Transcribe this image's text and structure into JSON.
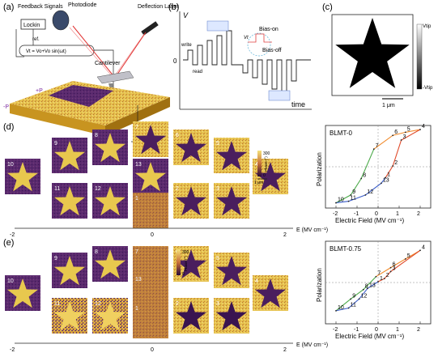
{
  "panels": {
    "a": {
      "label": "(a)",
      "feedback_signals": "Feedback\nSignals",
      "lockin": "Lockin",
      "ref": "ref.",
      "photodiode": "Photodiode",
      "deflection_laser": "Deflection\nLaser",
      "cantilever": "Cantilever",
      "vt_equation": "Vt = Vo+Vo sin(ωt)",
      "plus_p": "+P",
      "minus_p": "-P"
    },
    "b": {
      "label": "(b)",
      "v_axis": "V",
      "zero": "0",
      "time_axis": "time",
      "write": "write",
      "read": "read",
      "bias_on": "Bias-on",
      "bias_off": "Bias-off",
      "vt_small": "Vt"
    },
    "c": {
      "label": "(c)",
      "vtip_top": "Vtip",
      "vtip_bottom": "-Vtip",
      "scale": "1 μm"
    },
    "d": {
      "label": "(d)",
      "axis_ticks": [
        "-2",
        "0",
        "2"
      ],
      "axis_label": "E (MV cm⁻¹)",
      "colorbar_max": "300",
      "colorbar_min": "0",
      "colorbar_label": "Phase (°)",
      "scale": "1 μm",
      "tiles": [
        "10",
        "9",
        "8",
        "7",
        "6",
        "5",
        "4",
        "11",
        "12",
        "13",
        "2",
        "3",
        "1"
      ]
    },
    "e": {
      "label": "(e)",
      "axis_ticks": [
        "-2",
        "0",
        "2"
      ],
      "axis_label": "E (MV cm⁻¹)",
      "colorbar_max": "300",
      "colorbar_min": "0",
      "colorbar_label": "Phase (°)",
      "tiles": [
        "10",
        "9",
        "8",
        "7",
        "6",
        "5",
        "4",
        "11",
        "12",
        "13",
        "2",
        "3",
        "1"
      ]
    }
  },
  "chart_data": [
    {
      "type": "line",
      "title": "BLMT-0",
      "xlabel": "Electric Field (MV cm⁻¹)",
      "ylabel": "Polarization",
      "xlim": [
        -2.5,
        2.5
      ],
      "xticks": [
        "-2",
        "-1",
        "0",
        "1",
        "2"
      ],
      "points": [
        {
          "label": "10",
          "x": -2.0,
          "y": -0.92
        },
        {
          "label": "9",
          "x": -1.3,
          "y": -0.72
        },
        {
          "label": "8",
          "x": -0.8,
          "y": -0.3
        },
        {
          "label": "7",
          "x": -0.2,
          "y": 0.45
        },
        {
          "label": "6",
          "x": 0.7,
          "y": 0.8
        },
        {
          "label": "5",
          "x": 1.3,
          "y": 0.88
        },
        {
          "label": "4",
          "x": 2.0,
          "y": 0.95
        },
        {
          "label": "3",
          "x": 1.1,
          "y": 0.68
        },
        {
          "label": "2",
          "x": 0.7,
          "y": 0.02
        },
        {
          "label": "1",
          "x": 0.35,
          "y": -0.28
        },
        {
          "label": "13",
          "x": 0.15,
          "y": -0.42
        },
        {
          "label": "12",
          "x": -0.6,
          "y": -0.72
        },
        {
          "label": "11",
          "x": -1.4,
          "y": -0.88
        }
      ]
    },
    {
      "type": "line",
      "title": "BLMT-0.75",
      "xlabel": "Electric Field (MV cm⁻¹)",
      "ylabel": "Polarization",
      "xlim": [
        -2.5,
        2.5
      ],
      "xticks": [
        "-2",
        "-1",
        "0",
        "1",
        "2"
      ],
      "points": [
        {
          "label": "10",
          "x": -2.0,
          "y": -0.72
        },
        {
          "label": "9",
          "x": -1.3,
          "y": -0.42
        },
        {
          "label": "8",
          "x": -0.7,
          "y": -0.18
        },
        {
          "label": "7",
          "x": -0.1,
          "y": 0.15
        },
        {
          "label": "6",
          "x": 0.6,
          "y": 0.38
        },
        {
          "label": "5",
          "x": 1.3,
          "y": 0.6
        },
        {
          "label": "4",
          "x": 2.0,
          "y": 0.82
        },
        {
          "label": "3",
          "x": 0.6,
          "y": 0.28
        },
        {
          "label": "2",
          "x": 0.3,
          "y": 0.1
        },
        {
          "label": "1",
          "x": 0.0,
          "y": 0.02
        },
        {
          "label": "13",
          "x": -0.5,
          "y": -0.15
        },
        {
          "label": "12",
          "x": -0.9,
          "y": -0.42
        },
        {
          "label": "11",
          "x": -1.4,
          "y": -0.65
        }
      ]
    }
  ],
  "colors": {
    "tile_dark_bg": "#5b2e6e",
    "tile_light_bg": "#e9c760",
    "star_yellow": "#e8c84e",
    "star_purple": "#4a1e5e",
    "noise_orange": "#c98a3c",
    "loop_red": "#e04a2a",
    "loop_green": "#4caa4a",
    "loop_blue": "#3a5cc8",
    "loop_orange": "#f08a2a"
  }
}
